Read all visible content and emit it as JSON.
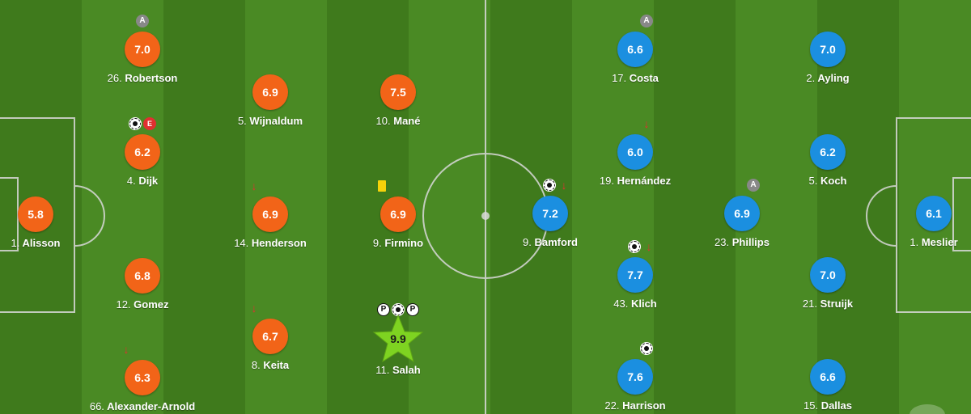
{
  "pitch": {
    "line_color": "#d9d9d9"
  },
  "colors": {
    "home": "#f26418",
    "away": "#1b8fe0",
    "star": "#7ed321"
  },
  "home": [
    {
      "num": "26.",
      "name": "Robertson",
      "rating": "7.0",
      "events": [
        "A"
      ]
    },
    {
      "num": "4.",
      "name": "Dijk",
      "rating": "6.2",
      "events": [
        "ball",
        "E"
      ]
    },
    {
      "num": "1.",
      "name": "Alisson",
      "rating": "5.8",
      "events": []
    },
    {
      "num": "12.",
      "name": "Gomez",
      "rating": "6.8",
      "events": []
    },
    {
      "num": "66.",
      "name": "Alexander-Arnold",
      "rating": "6.3",
      "events": [
        "sub"
      ]
    },
    {
      "num": "5.",
      "name": "Wijnaldum",
      "rating": "6.9",
      "events": []
    },
    {
      "num": "14.",
      "name": "Henderson",
      "rating": "6.9",
      "events": [
        "sub"
      ]
    },
    {
      "num": "8.",
      "name": "Keita",
      "rating": "6.7",
      "events": [
        "sub"
      ]
    },
    {
      "num": "10.",
      "name": "Mané",
      "rating": "7.5",
      "events": []
    },
    {
      "num": "9.",
      "name": "Firmino",
      "rating": "6.9",
      "events": [
        "yc"
      ]
    },
    {
      "num": "11.",
      "name": "Salah",
      "rating": "9.9",
      "events": [
        "P",
        "ball",
        "P"
      ],
      "star": true
    }
  ],
  "away": [
    {
      "num": "17.",
      "name": "Costa",
      "rating": "6.6",
      "events": [
        "A"
      ]
    },
    {
      "num": "19.",
      "name": "Hernández",
      "rating": "6.0",
      "events": [
        "sub"
      ]
    },
    {
      "num": "9.",
      "name": "Bamford",
      "rating": "7.2",
      "events": [
        "ball",
        "sub"
      ]
    },
    {
      "num": "43.",
      "name": "Klich",
      "rating": "7.7",
      "events": [
        "ball",
        "sub"
      ]
    },
    {
      "num": "22.",
      "name": "Harrison",
      "rating": "7.6",
      "events": [
        "ball"
      ]
    },
    {
      "num": "23.",
      "name": "Phillips",
      "rating": "6.9",
      "events": [
        "A"
      ]
    },
    {
      "num": "2.",
      "name": "Ayling",
      "rating": "7.0",
      "events": []
    },
    {
      "num": "5.",
      "name": "Koch",
      "rating": "6.2",
      "events": []
    },
    {
      "num": "21.",
      "name": "Struijk",
      "rating": "7.0",
      "events": []
    },
    {
      "num": "15.",
      "name": "Dallas",
      "rating": "6.6",
      "events": []
    },
    {
      "num": "1.",
      "name": "Meslier",
      "rating": "6.1",
      "events": []
    }
  ],
  "event_labels": {
    "A": "A",
    "E": "E",
    "P": "P"
  }
}
